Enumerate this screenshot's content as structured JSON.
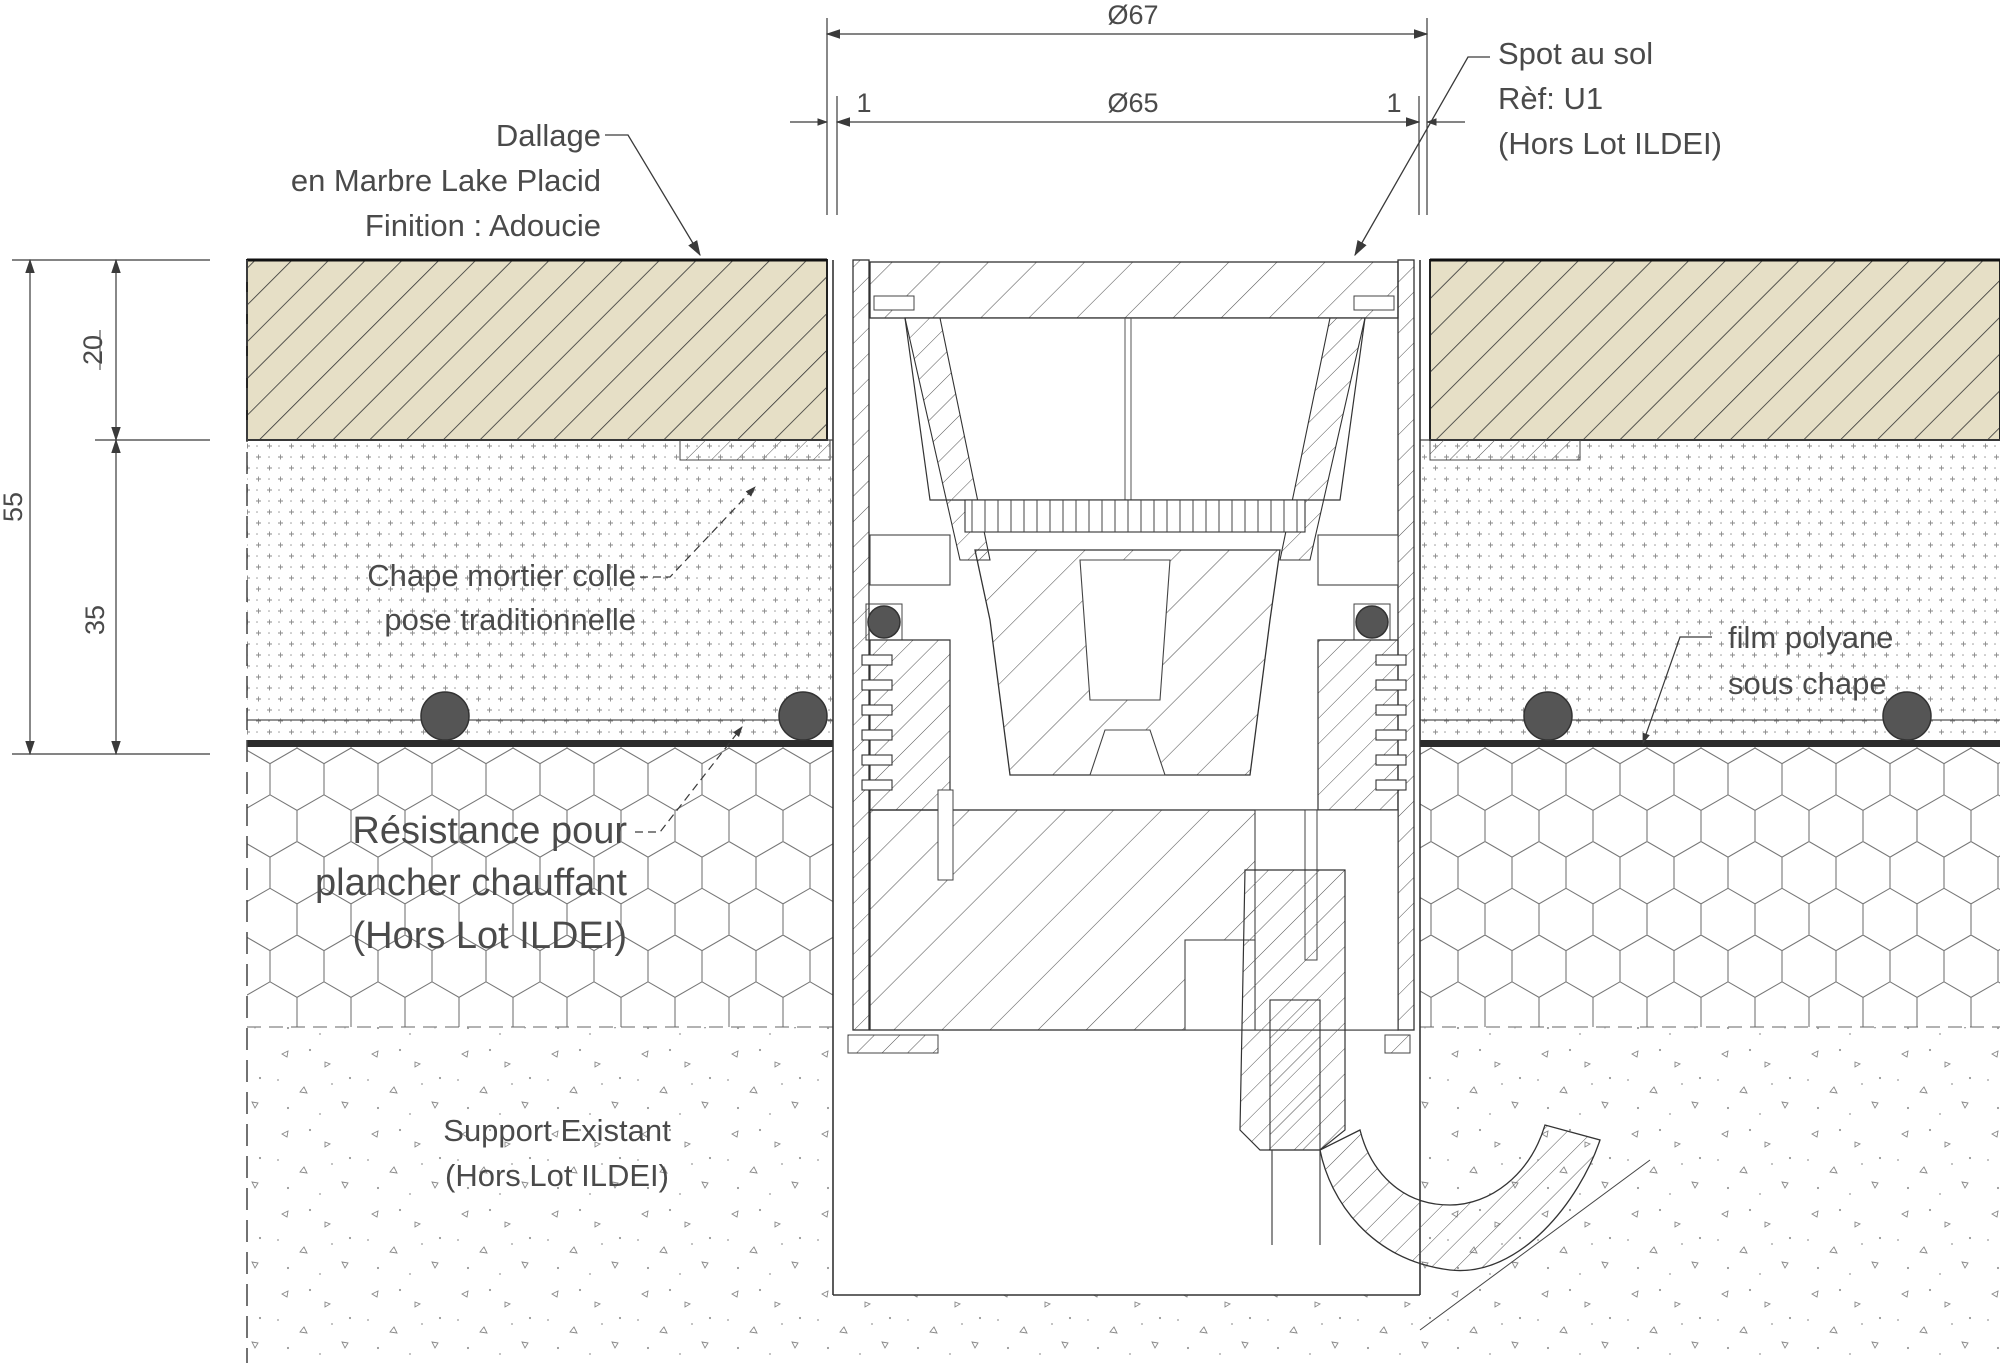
{
  "dimensions": {
    "outer_diameter": "Ø67",
    "inner_diameter": "Ø65",
    "gap_left": "1",
    "gap_right": "1",
    "total_height": "55",
    "tile_height": "20",
    "screed_height": "35"
  },
  "labels": {
    "dallage": [
      "Dallage",
      "en Marbre Lake Placid",
      "Finition : Adoucie"
    ],
    "spot": [
      "Spot au sol",
      "Rèf: U1",
      "(Hors Lot ILDEI)"
    ],
    "chape": [
      "Chape mortier colle",
      "pose traditionnelle"
    ],
    "film": [
      "film polyane",
      "sous chape"
    ],
    "resistance": [
      "Résistance pour",
      "plancher chauffant",
      "(Hors Lot ILDEI)"
    ],
    "support": [
      "Support Existant",
      "(Hors Lot ILDEI)"
    ]
  },
  "colors": {
    "tile_fill": "#e6dfc6",
    "line": "#3a3a3a",
    "text": "#4a4a4a",
    "heating_cable": "#555555"
  }
}
